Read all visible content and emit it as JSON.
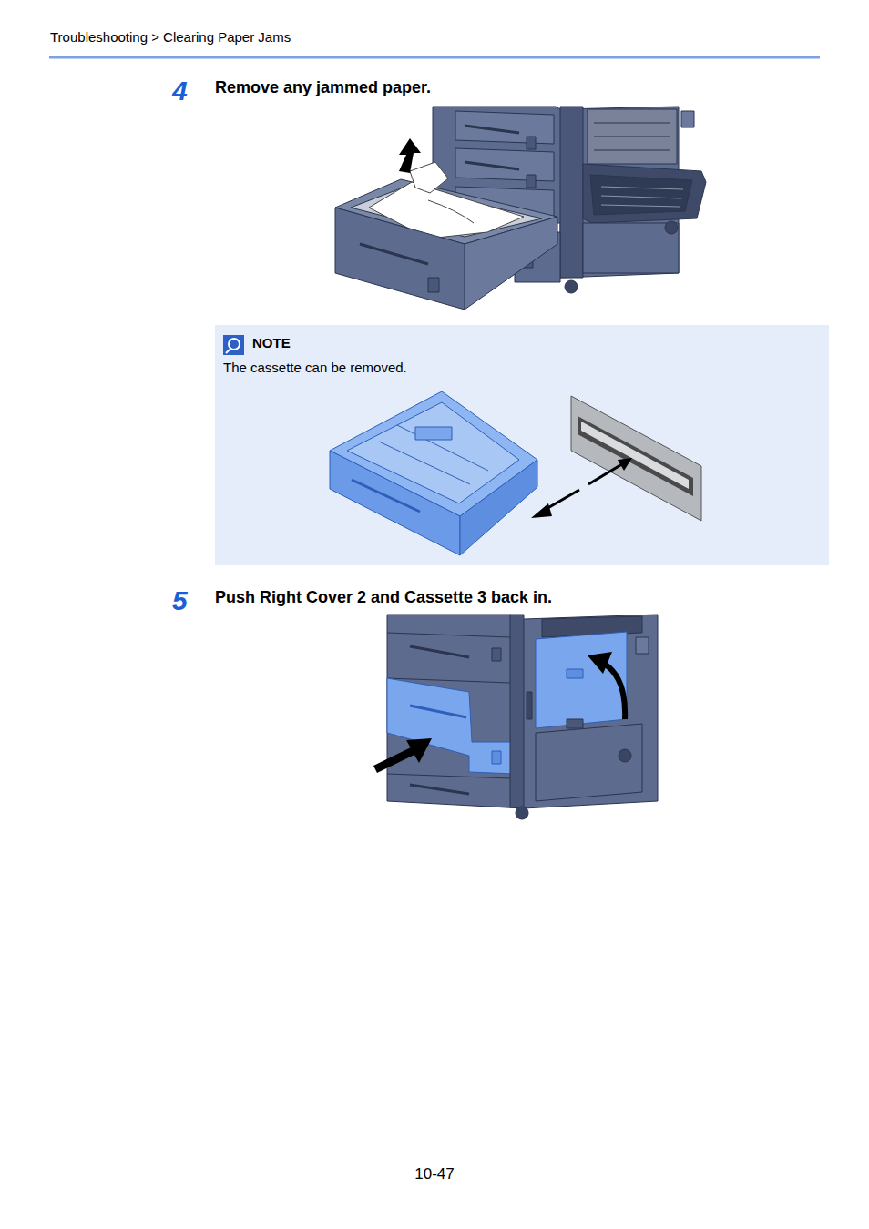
{
  "diagram": {
    "nodes": [
      {
        "text": [
          "NOTE",
          "The cassette can be removed."
        ]
      }
    ],
    "labels": [
      "Troubleshooting > Clearing Paper Jams",
      "4",
      "Remove any jammed paper.",
      "5",
      "Push Right Cover 2 and Cassette 3 back in.",
      "10-47"
    ]
  }
}
